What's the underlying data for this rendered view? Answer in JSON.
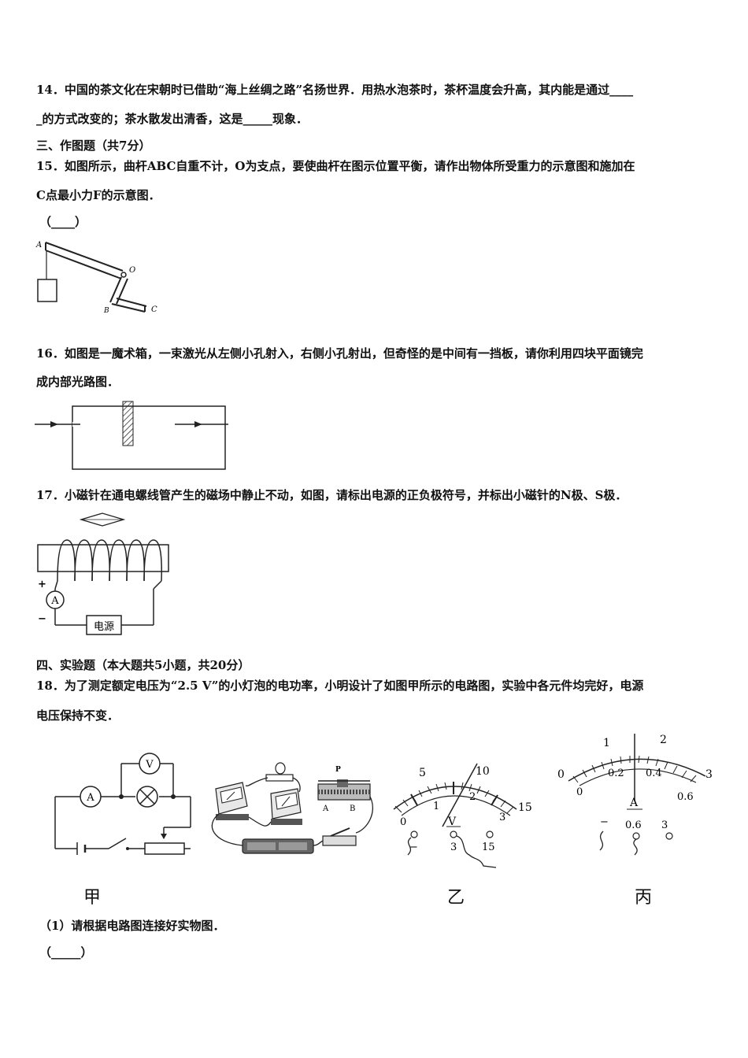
{
  "q14": {
    "line1": "14．中国的茶文化在宋朝时已借助“海上丝绸之路”名扬世界．用热水泡茶时，茶杯温度会升高，其内能是通过____",
    "line2": "_的方式改变的；茶水散发出清香，这是_____现象．"
  },
  "section3": {
    "title": "三、作图题（共7分）"
  },
  "q15": {
    "line1": "15．如图所示，曲杆ABC自重不计，O为支点，要使曲杆在图示位置平衡，请作出物体所受重力的示意图和施加在",
    "line2": "C点最小力F的示意图．",
    "answer": "（____）",
    "labels": {
      "a": "A",
      "o": "O",
      "b": "B",
      "c": "C"
    }
  },
  "q16": {
    "line1": "16．如图是一魔术箱，一束激光从左侧小孔射入，右侧小孔射出，但奇怪的是中间有一挡板，请你利用四块平面镜完",
    "line2": "成内部光路图．"
  },
  "q17": {
    "line1": "17．小磁针在通电螺线管产生的磁场中静止不动，如图，请标出电源的正负极符号，并标出小磁针的N极、S极．",
    "plus": "+",
    "minus": "−",
    "ammeter": "A",
    "power": "电源"
  },
  "section4": {
    "title": "四、实验题（本大题共5小题，共20分）"
  },
  "q18": {
    "line1": "18．为了测定额定电压为“2.5 V”的小灯泡的电功率，小明设计了如图甲所示的电路图，实验中各元件均完好，电源",
    "line2": "电压保持不变．",
    "sub1": "（1）请根据电路图连接好实物图．",
    "answer": "（_____）",
    "fig_labels": {
      "jia": "甲",
      "yi": "乙",
      "bing": "丙"
    },
    "circuit": {
      "voltmeter": "V",
      "ammeter": "A"
    },
    "rheostat": {
      "p": "P",
      "a": "A",
      "b": "B"
    },
    "voltmeter_dial": {
      "inner_ticks": [
        "0",
        "1",
        "2",
        "3"
      ],
      "outer_ticks": [
        "5",
        "10",
        "15"
      ],
      "unit": "V",
      "terminals": [
        "−",
        "3",
        "15"
      ]
    },
    "ammeter_dial": {
      "outer_ticks": [
        "0",
        "1",
        "2",
        "3"
      ],
      "inner_ticks": [
        "0",
        "0.2",
        "0.4",
        "0.6"
      ],
      "unit": "A",
      "terminals": [
        "−",
        "0.6",
        "3"
      ]
    }
  }
}
